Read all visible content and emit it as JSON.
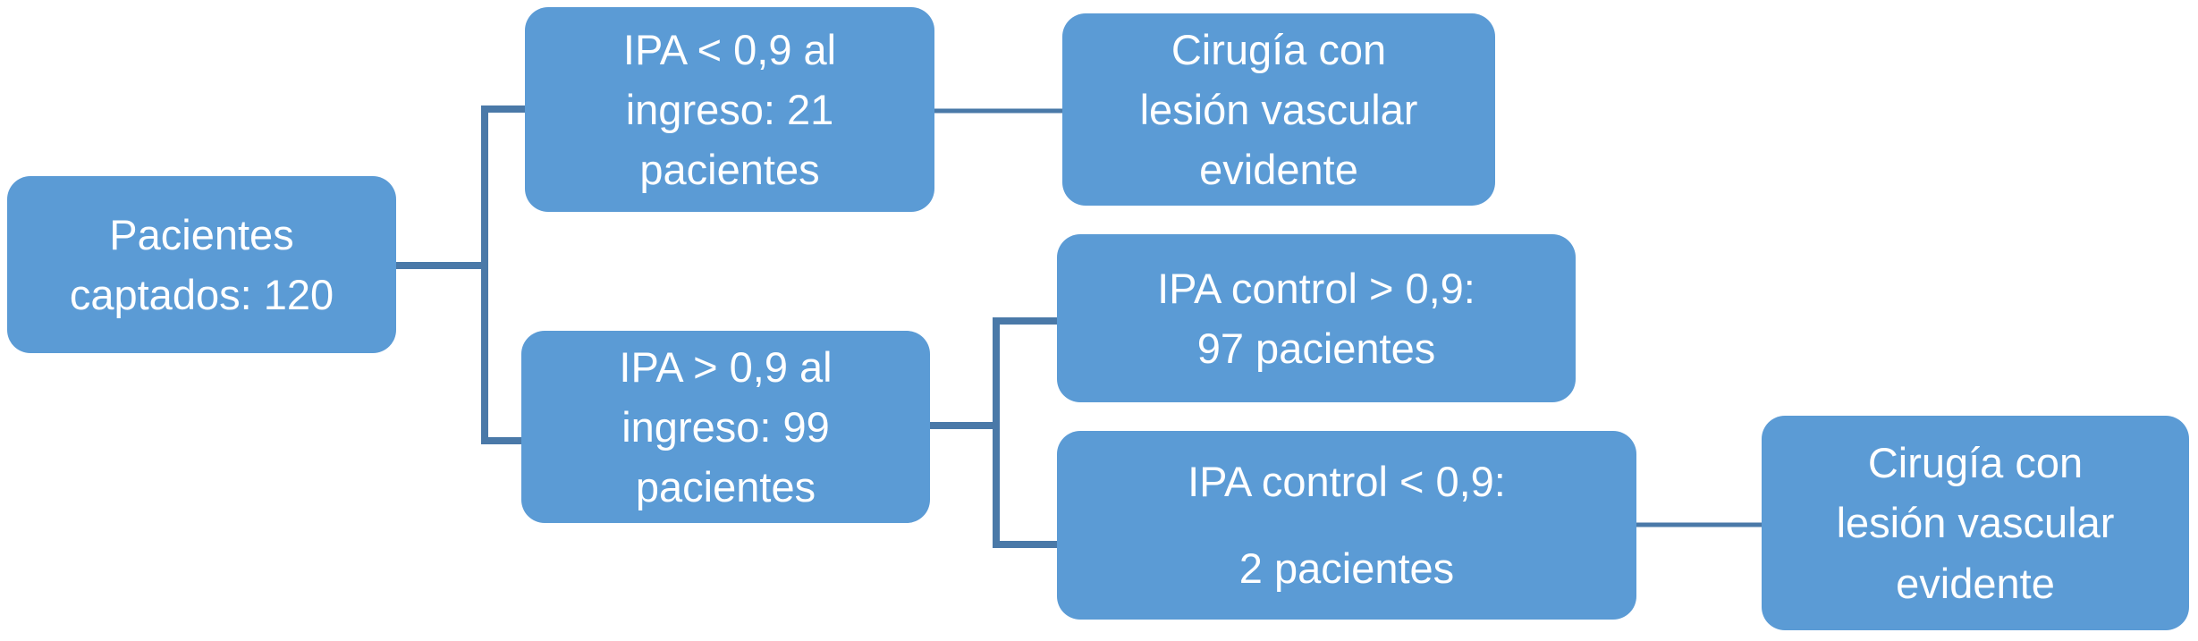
{
  "diagram": {
    "type": "flowchart",
    "colors": {
      "node-fill": "#5b9bd5",
      "node-text": "#ffffff",
      "connector": "#4a79a8",
      "background": "#ffffff"
    },
    "nodes": [
      {
        "id": "pacientes-captados",
        "lines": [
          "Pacientes",
          "captados: 120"
        ]
      },
      {
        "id": "ipa-menor-09-ingreso",
        "lines": [
          "IPA < 0,9 al",
          "ingreso: 21",
          "pacientes"
        ]
      },
      {
        "id": "cirugia-lesion-vascular-1",
        "lines": [
          "Cirugía con",
          "lesión vascular",
          "evidente"
        ]
      },
      {
        "id": "ipa-mayor-09-ingreso",
        "lines": [
          "IPA > 0,9 al",
          "ingreso: 99",
          "pacientes"
        ]
      },
      {
        "id": "ipa-control-mayor-09",
        "lines": [
          "IPA control > 0,9:",
          "97 pacientes"
        ]
      },
      {
        "id": "ipa-control-menor-09",
        "lines": [
          "IPA control < 0,9:",
          "2 pacientes"
        ]
      },
      {
        "id": "cirugia-lesion-vascular-2",
        "lines": [
          "Cirugía con",
          "lesión vascular",
          "evidente"
        ]
      }
    ],
    "edges": [
      {
        "from": "pacientes-captados",
        "to": "ipa-menor-09-ingreso"
      },
      {
        "from": "pacientes-captados",
        "to": "ipa-mayor-09-ingreso"
      },
      {
        "from": "ipa-menor-09-ingreso",
        "to": "cirugia-lesion-vascular-1"
      },
      {
        "from": "ipa-mayor-09-ingreso",
        "to": "ipa-control-mayor-09"
      },
      {
        "from": "ipa-mayor-09-ingreso",
        "to": "ipa-control-menor-09"
      },
      {
        "from": "ipa-control-menor-09",
        "to": "cirugia-lesion-vascular-2"
      }
    ]
  }
}
